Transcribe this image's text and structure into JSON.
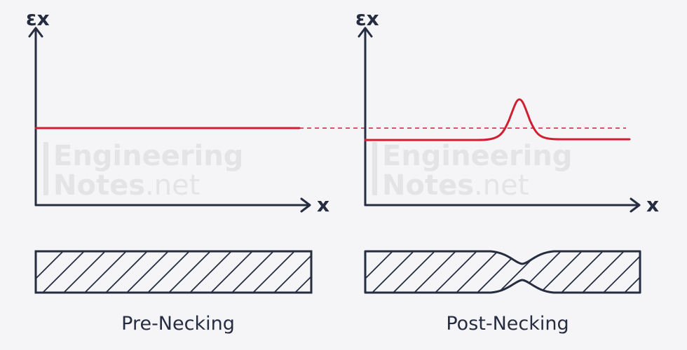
{
  "panels": [
    {
      "y_axis_label": "εx",
      "x_axis_label": "x",
      "caption": "Pre-Necking"
    },
    {
      "y_axis_label": "εx",
      "x_axis_label": "x",
      "caption": "Post-Necking"
    }
  ],
  "watermark": {
    "line1": "Engineering",
    "line2_bold": "Notes",
    "line2_suffix": ".net"
  },
  "colors": {
    "axis": "#262d40",
    "strain_curve": "#d11f31",
    "background": "#f5f5f7",
    "watermark": "#e4e4e7"
  }
}
